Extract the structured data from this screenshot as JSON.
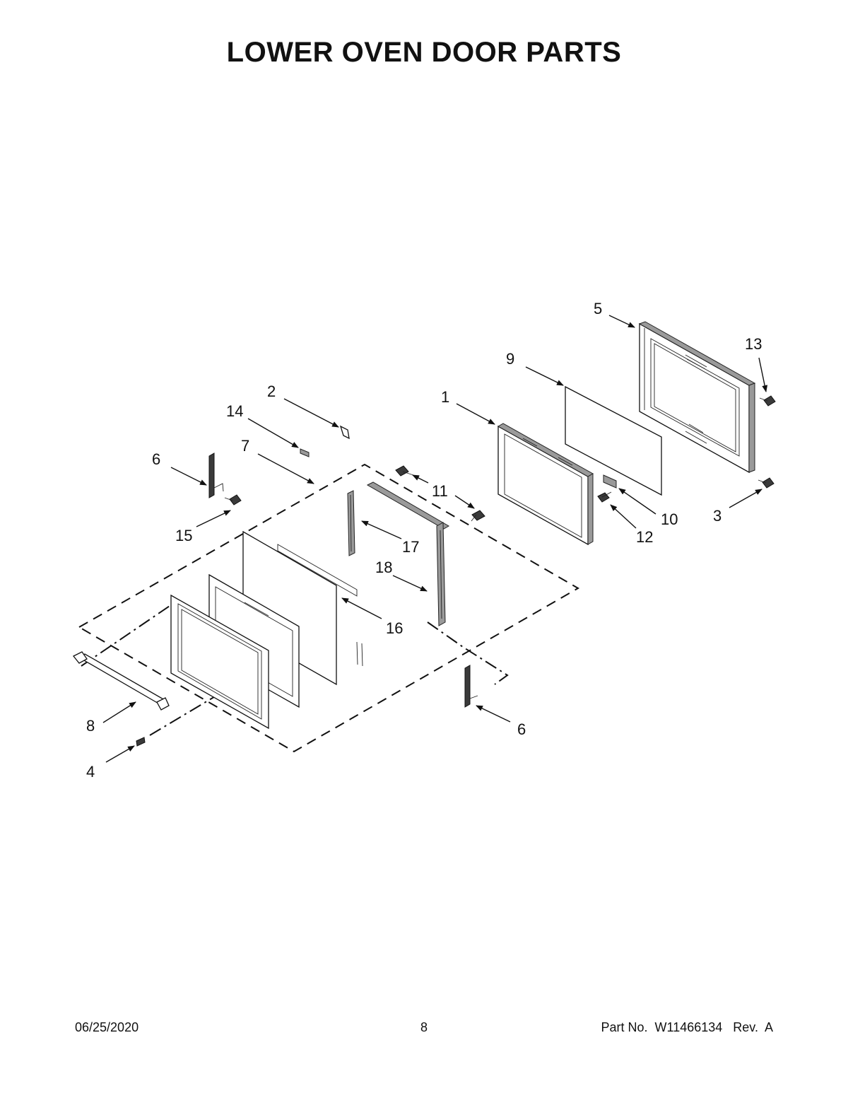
{
  "title": "LOWER OVEN DOOR PARTS",
  "callouts": {
    "c1": "1",
    "c2": "2",
    "c3": "3",
    "c4": "4",
    "c5": "5",
    "c6a": "6",
    "c6b": "6",
    "c7": "7",
    "c8": "8",
    "c9": "9",
    "c10": "10",
    "c11": "11",
    "c12": "12",
    "c13": "13",
    "c14": "14",
    "c15": "15",
    "c16": "16",
    "c17": "17",
    "c18": "18"
  },
  "footer": {
    "date": "06/25/2020",
    "page": "8",
    "part": "Part No.  W11466134   Rev.  A"
  }
}
